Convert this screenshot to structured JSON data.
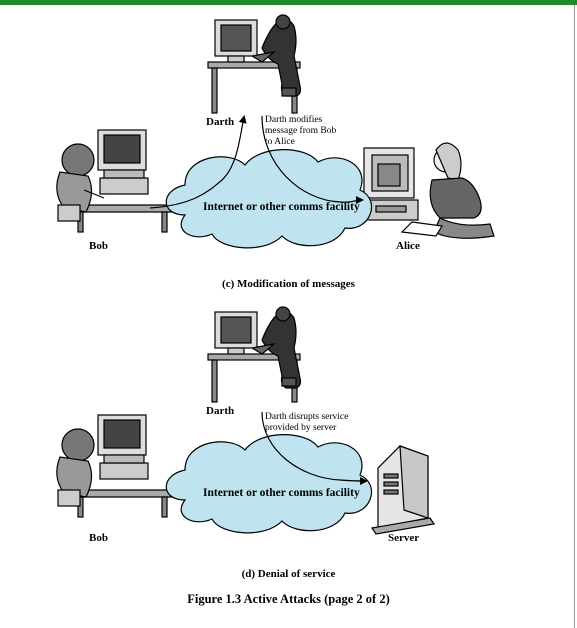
{
  "accent_color": "#1f8a2b",
  "cloud_color": "#bfe3ef",
  "panel_c": {
    "darth_label": "Darth",
    "darth_note": "Darth modifies message from Bob to Alice",
    "cloud_text": "Internet or other comms facility",
    "bob_label": "Bob",
    "alice_label": "Alice",
    "caption": "(c) Modification of messages"
  },
  "panel_d": {
    "darth_label": "Darth",
    "darth_note": "Darth disrupts service provided by server",
    "cloud_text": "Internet or other comms facility",
    "bob_label": "Bob",
    "server_label": "Server",
    "caption": "(d) Denial of service"
  },
  "figure_caption": "Figure 1.3   Active Attacks (page 2 of 2)"
}
